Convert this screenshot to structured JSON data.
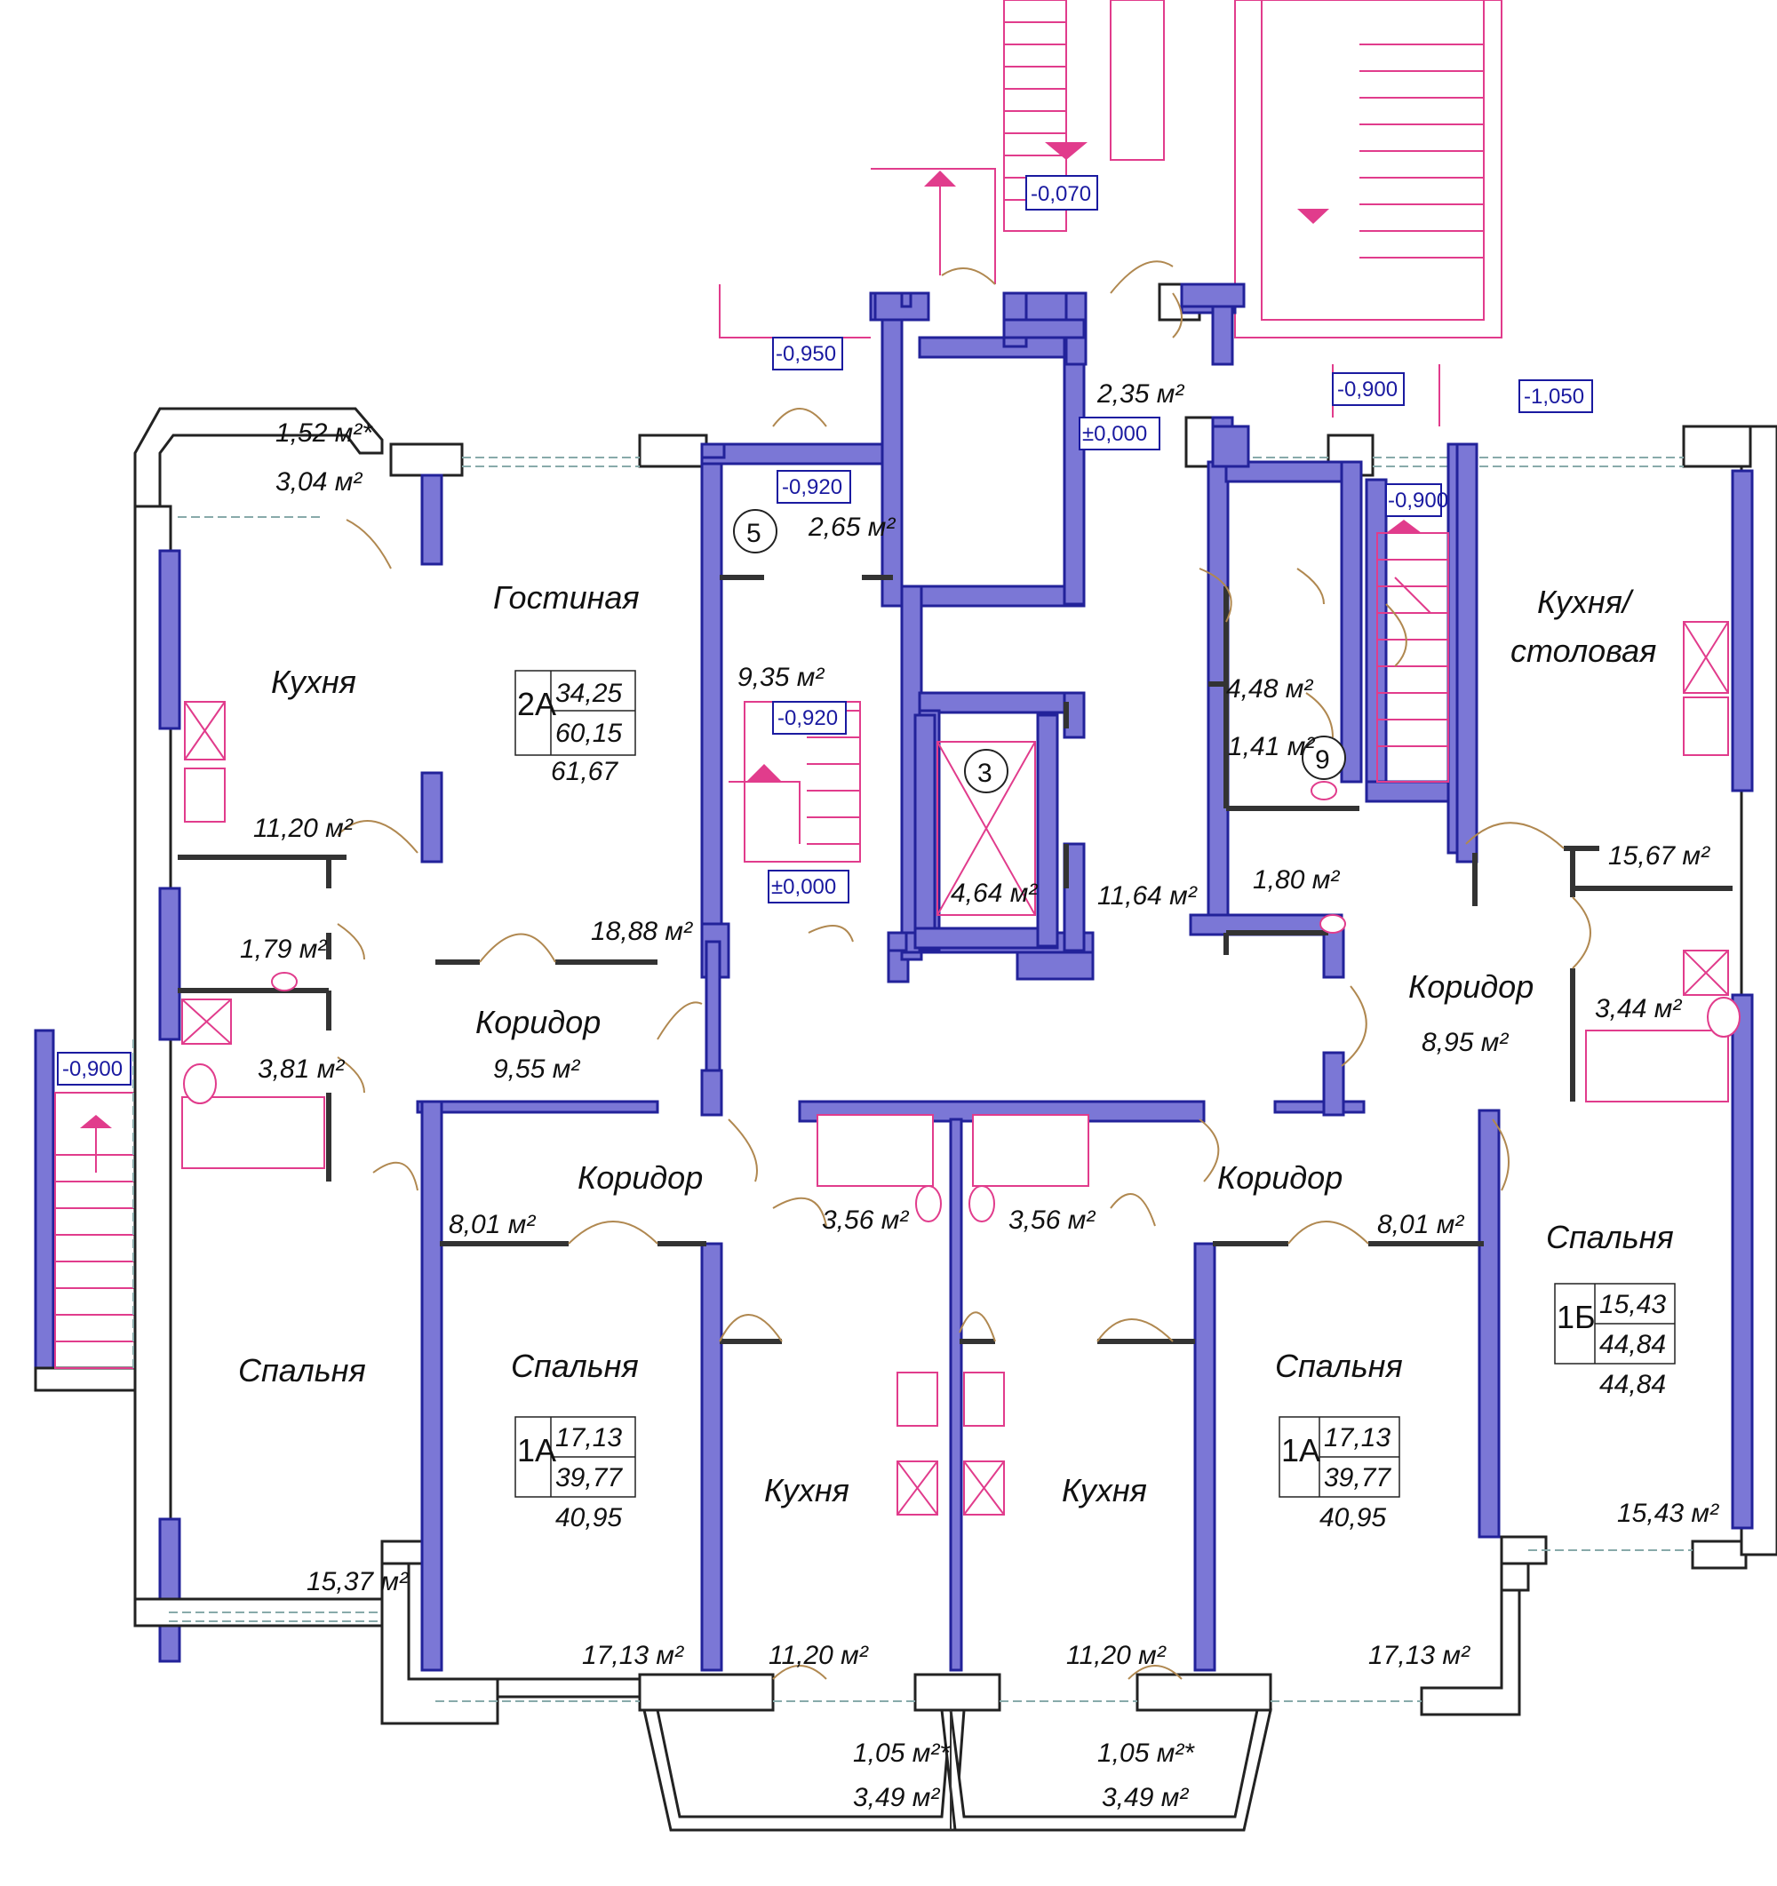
{
  "plan": {
    "levels": {
      "top_stair": "-0,070",
      "entry_left": "-0,950",
      "entry_right": "-0,900",
      "far_right": "-1,050",
      "vestibule": "±0,000",
      "stair_top": "-0,920",
      "stair_mid": "-0,920",
      "stair_bottom": "±0,000",
      "right_stair": "-0,900",
      "left_stair": "-0,900"
    },
    "labels": {
      "sec5": "5",
      "sec3": "3",
      "sec9": "9"
    },
    "rooms": {
      "balcony_tl_a": "1,52 м²*",
      "balcony_tl_b": "3,04 м²",
      "kitchen_l": "Кухня",
      "kitchen_l_area": "11,20 м²",
      "living": "Гостиная",
      "living_area": "18,88 м²",
      "vest_area": "2,65 м²",
      "stair_area": "9,35 м²",
      "lift_area": "4,64 м²",
      "lobby_top_area": "2,35 м²",
      "hall_area": "11,64 м²",
      "r448": "4,48 м²",
      "r141": "1,41 м²",
      "r180": "1,80 м²",
      "kitchen_dining": "Кухня/",
      "kitchen_dining2": "столовая",
      "kitchen_dining_area": "15,67 м²",
      "wc_l_area": "1,79 м²",
      "bath_l_area": "3,81 м²",
      "corridor_c": "Коридор",
      "corridor_c_area": "9,55 м²",
      "corridor_r": "Коридор",
      "corridor_r_area": "8,95 м²",
      "bath_r_area": "3,44 м²",
      "corridor_bl": "Коридор",
      "corridor_bl_area": "8,01 м²",
      "corridor_br": "Коридор",
      "corridor_br_area": "8,01 м²",
      "bath_c1": "3,56 м²",
      "bath_c2": "3,56 м²",
      "bed_l": "Спальня",
      "bed_l_area": "15,37 м²",
      "bed_cl": "Спальня",
      "bed_cl_area": "17,13 м²",
      "kitchen_cl": "Кухня",
      "kitchen_cl_area": "11,20 м²",
      "kitchen_cr": "Кухня",
      "kitchen_cr_area": "11,20 м²",
      "bed_cr": "Спальня",
      "bed_cr_area": "17,13 м²",
      "bed_r": "Спальня",
      "bed_r_area": "15,43 м²",
      "balc_b1_a": "1,05 м²*",
      "balc_b1_b": "3,49 м²",
      "balc_b2_a": "1,05 м²*",
      "balc_b2_b": "3,49 м²"
    },
    "apartments": {
      "a2A": {
        "code": "2А",
        "v1": "34,25",
        "v2": "60,15",
        "v3": "61,67"
      },
      "a1A_l": {
        "code": "1А",
        "v1": "17,13",
        "v2": "39,77",
        "v3": "40,95"
      },
      "a1A_r": {
        "code": "1А",
        "v1": "17,13",
        "v2": "39,77",
        "v3": "40,95"
      },
      "a1B": {
        "code": "1Б",
        "v1": "15,43",
        "v2": "44,84",
        "v3": "44,84"
      }
    }
  }
}
